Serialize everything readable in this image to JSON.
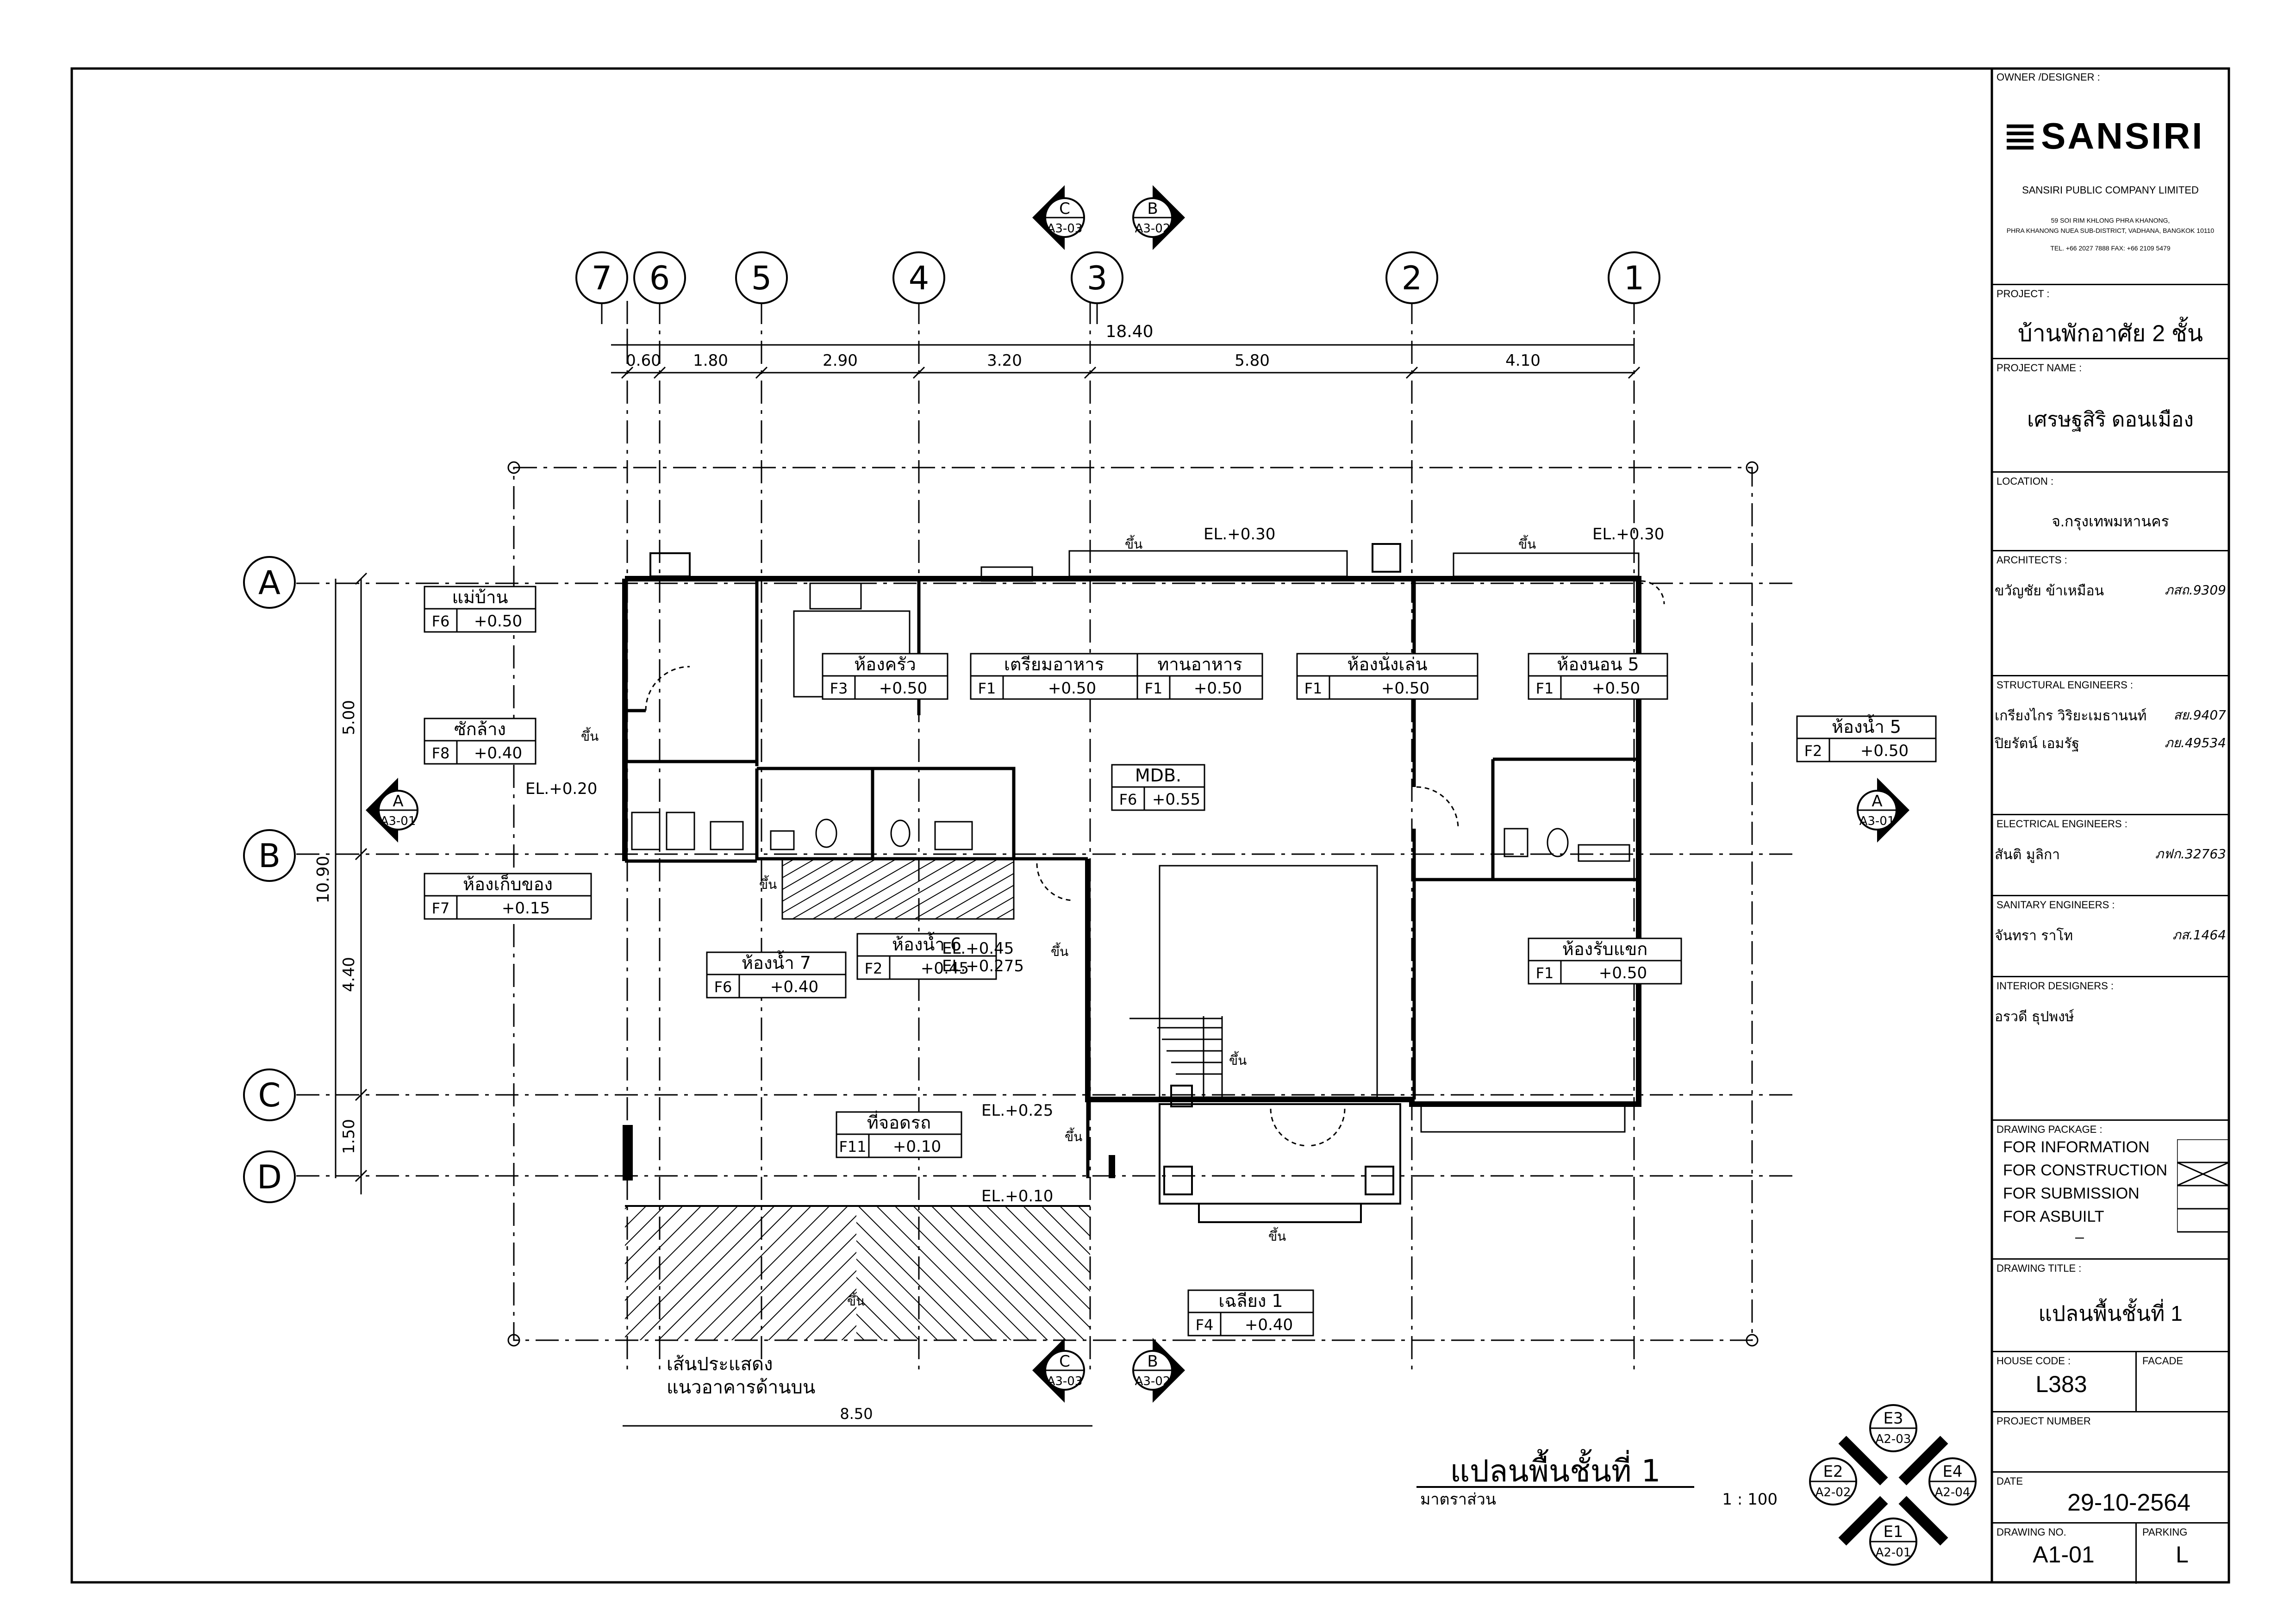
{
  "title_block": {
    "owner_label": "OWNER /DESIGNER :",
    "logo_text": "SANSIRI",
    "company": "SANSIRI PUBLIC COMPANY LIMITED",
    "address_1": "59 SOI RIM KHLONG PHRA KHANONG,",
    "address_2": "PHRA KHANONG NUEA SUB-DISTRICT, VADHANA, BANGKOK 10110",
    "tel": "TEL. +66 2027 7888 FAX: +66 2109 5479",
    "project_label": "PROJECT :",
    "project": "บ้านพักอาศัย 2 ชั้น",
    "project_name_label": "PROJECT NAME :",
    "project_name": "เศรษฐสิริ ดอนเมือง",
    "location_label": "LOCATION :",
    "location": "จ.กรุงเทพมหานคร",
    "architects_label": "ARCHITECTS :",
    "architect_name": "ขวัญชัย ข้าเหมือน",
    "architect_reg": "ภสถ.9309",
    "structural_label": "STRUCTURAL ENGINEERS :",
    "structural_1_name": "เกรียงไกร วิริยะเมธานนท์",
    "structural_1_reg": "สย.9407",
    "structural_2_name": "ปิยรัตน์ เอมรัฐ",
    "structural_2_reg": "ภย.49534",
    "electrical_label": "ELECTRICAL ENGINEERS :",
    "electrical_name": "สันติ มูลิกา",
    "electrical_reg": "ภฟก.32763",
    "sanitary_label": "SANITARY ENGINEERS :",
    "sanitary_name": "จันทรา ราโท",
    "sanitary_reg": "ภส.1464",
    "interior_label": "INTERIOR DESIGNERS :",
    "interior_name": "อรวดี ธุปพงษ์",
    "package_label": "DRAWING PACKAGE :",
    "package_items": [
      "FOR INFORMATION",
      "FOR CONSTRUCTION",
      "FOR SUBMISSION",
      "FOR ASBUILT"
    ],
    "package_dash": "–",
    "drawing_title_label": "DRAWING TITLE :",
    "drawing_title": "แปลนพื้นชั้นที่ 1",
    "house_code_label": "HOUSE CODE :",
    "house_code": "L383",
    "facade_label": "FACADE",
    "project_number_label": "PROJECT NUMBER",
    "date_label": "DATE",
    "date": "29-10-2564",
    "drawing_no_label": "DRAWING NO.",
    "drawing_no": "A1-01",
    "parking_label": "PARKING",
    "parking": "L"
  },
  "plan": {
    "title": "แปลนพื้นชั้นที่ 1",
    "scale_label": "มาตราส่วน",
    "scale": "1 : 100",
    "grid_columns": [
      "7",
      "6",
      "5",
      "4",
      "3",
      "2",
      "1"
    ],
    "grid_rows": [
      "A",
      "B",
      "C",
      "D"
    ],
    "dims_top": [
      "0.60",
      "1.80",
      "2.90",
      "3.20",
      "5.80",
      "4.10"
    ],
    "dim_total_top": "18.40",
    "dims_left": [
      "5.00",
      "4.40",
      "1.50"
    ],
    "dim_total_left": "10.90",
    "dim_bottom": "8.50",
    "sections": [
      "C",
      "B",
      "A"
    ],
    "section_sheets": [
      "A3-03",
      "A3-02",
      "A3-01"
    ],
    "elevations": [
      "E1",
      "E2",
      "E3",
      "E4"
    ],
    "elevation_sheets": [
      "A2-01",
      "A2-02",
      "A2-03",
      "A2-04"
    ],
    "rooms": [
      {
        "name": "แม่บ้าน",
        "code": "F6",
        "level": "+0.50"
      },
      {
        "name": "ซักล้าง",
        "code": "F8",
        "level": "+0.40"
      },
      {
        "name": "ห้องเก็บของ",
        "code": "F7",
        "level": "+0.15"
      },
      {
        "name": "ห้องครัว",
        "code": "F3",
        "level": "+0.50"
      },
      {
        "name": "เตรียมอาหาร",
        "code": "F1",
        "level": "+0.50"
      },
      {
        "name": "ทานอาหาร",
        "code": "F1",
        "level": "+0.50"
      },
      {
        "name": "ห้องนั่งเล่น",
        "code": "F1",
        "level": "+0.50"
      },
      {
        "name": "ห้องนอน 5",
        "code": "F1",
        "level": "+0.50"
      },
      {
        "name": "ห้องน้ำ 5",
        "code": "F2",
        "level": "+0.50"
      },
      {
        "name": "MDB.",
        "code": "F6",
        "level": "+0.55"
      },
      {
        "name": "ห้องน้ำ 6",
        "code": "F2",
        "level": "+0.45"
      },
      {
        "name": "ห้องน้ำ 7",
        "code": "F6",
        "level": "+0.40"
      },
      {
        "name": "ห้องรับแขก",
        "code": "F1",
        "level": "+0.50"
      },
      {
        "name": "ที่จอดรถ",
        "code": "F11",
        "level": "+0.10"
      },
      {
        "name": "เฉลียง 1",
        "code": "F4",
        "level": "+0.40"
      }
    ],
    "elevation_notes": [
      "EL.+0.30",
      "EL.+0.30",
      "EL.+0.20",
      "EL.+0.45",
      "EL.+0.275",
      "EL.+0.25",
      "EL.+0.10"
    ],
    "up_label": "ขึ้น",
    "dashed_line_note_1": "เส้นประแสดง",
    "dashed_line_note_2": "แนวอาคารด้านบน"
  }
}
